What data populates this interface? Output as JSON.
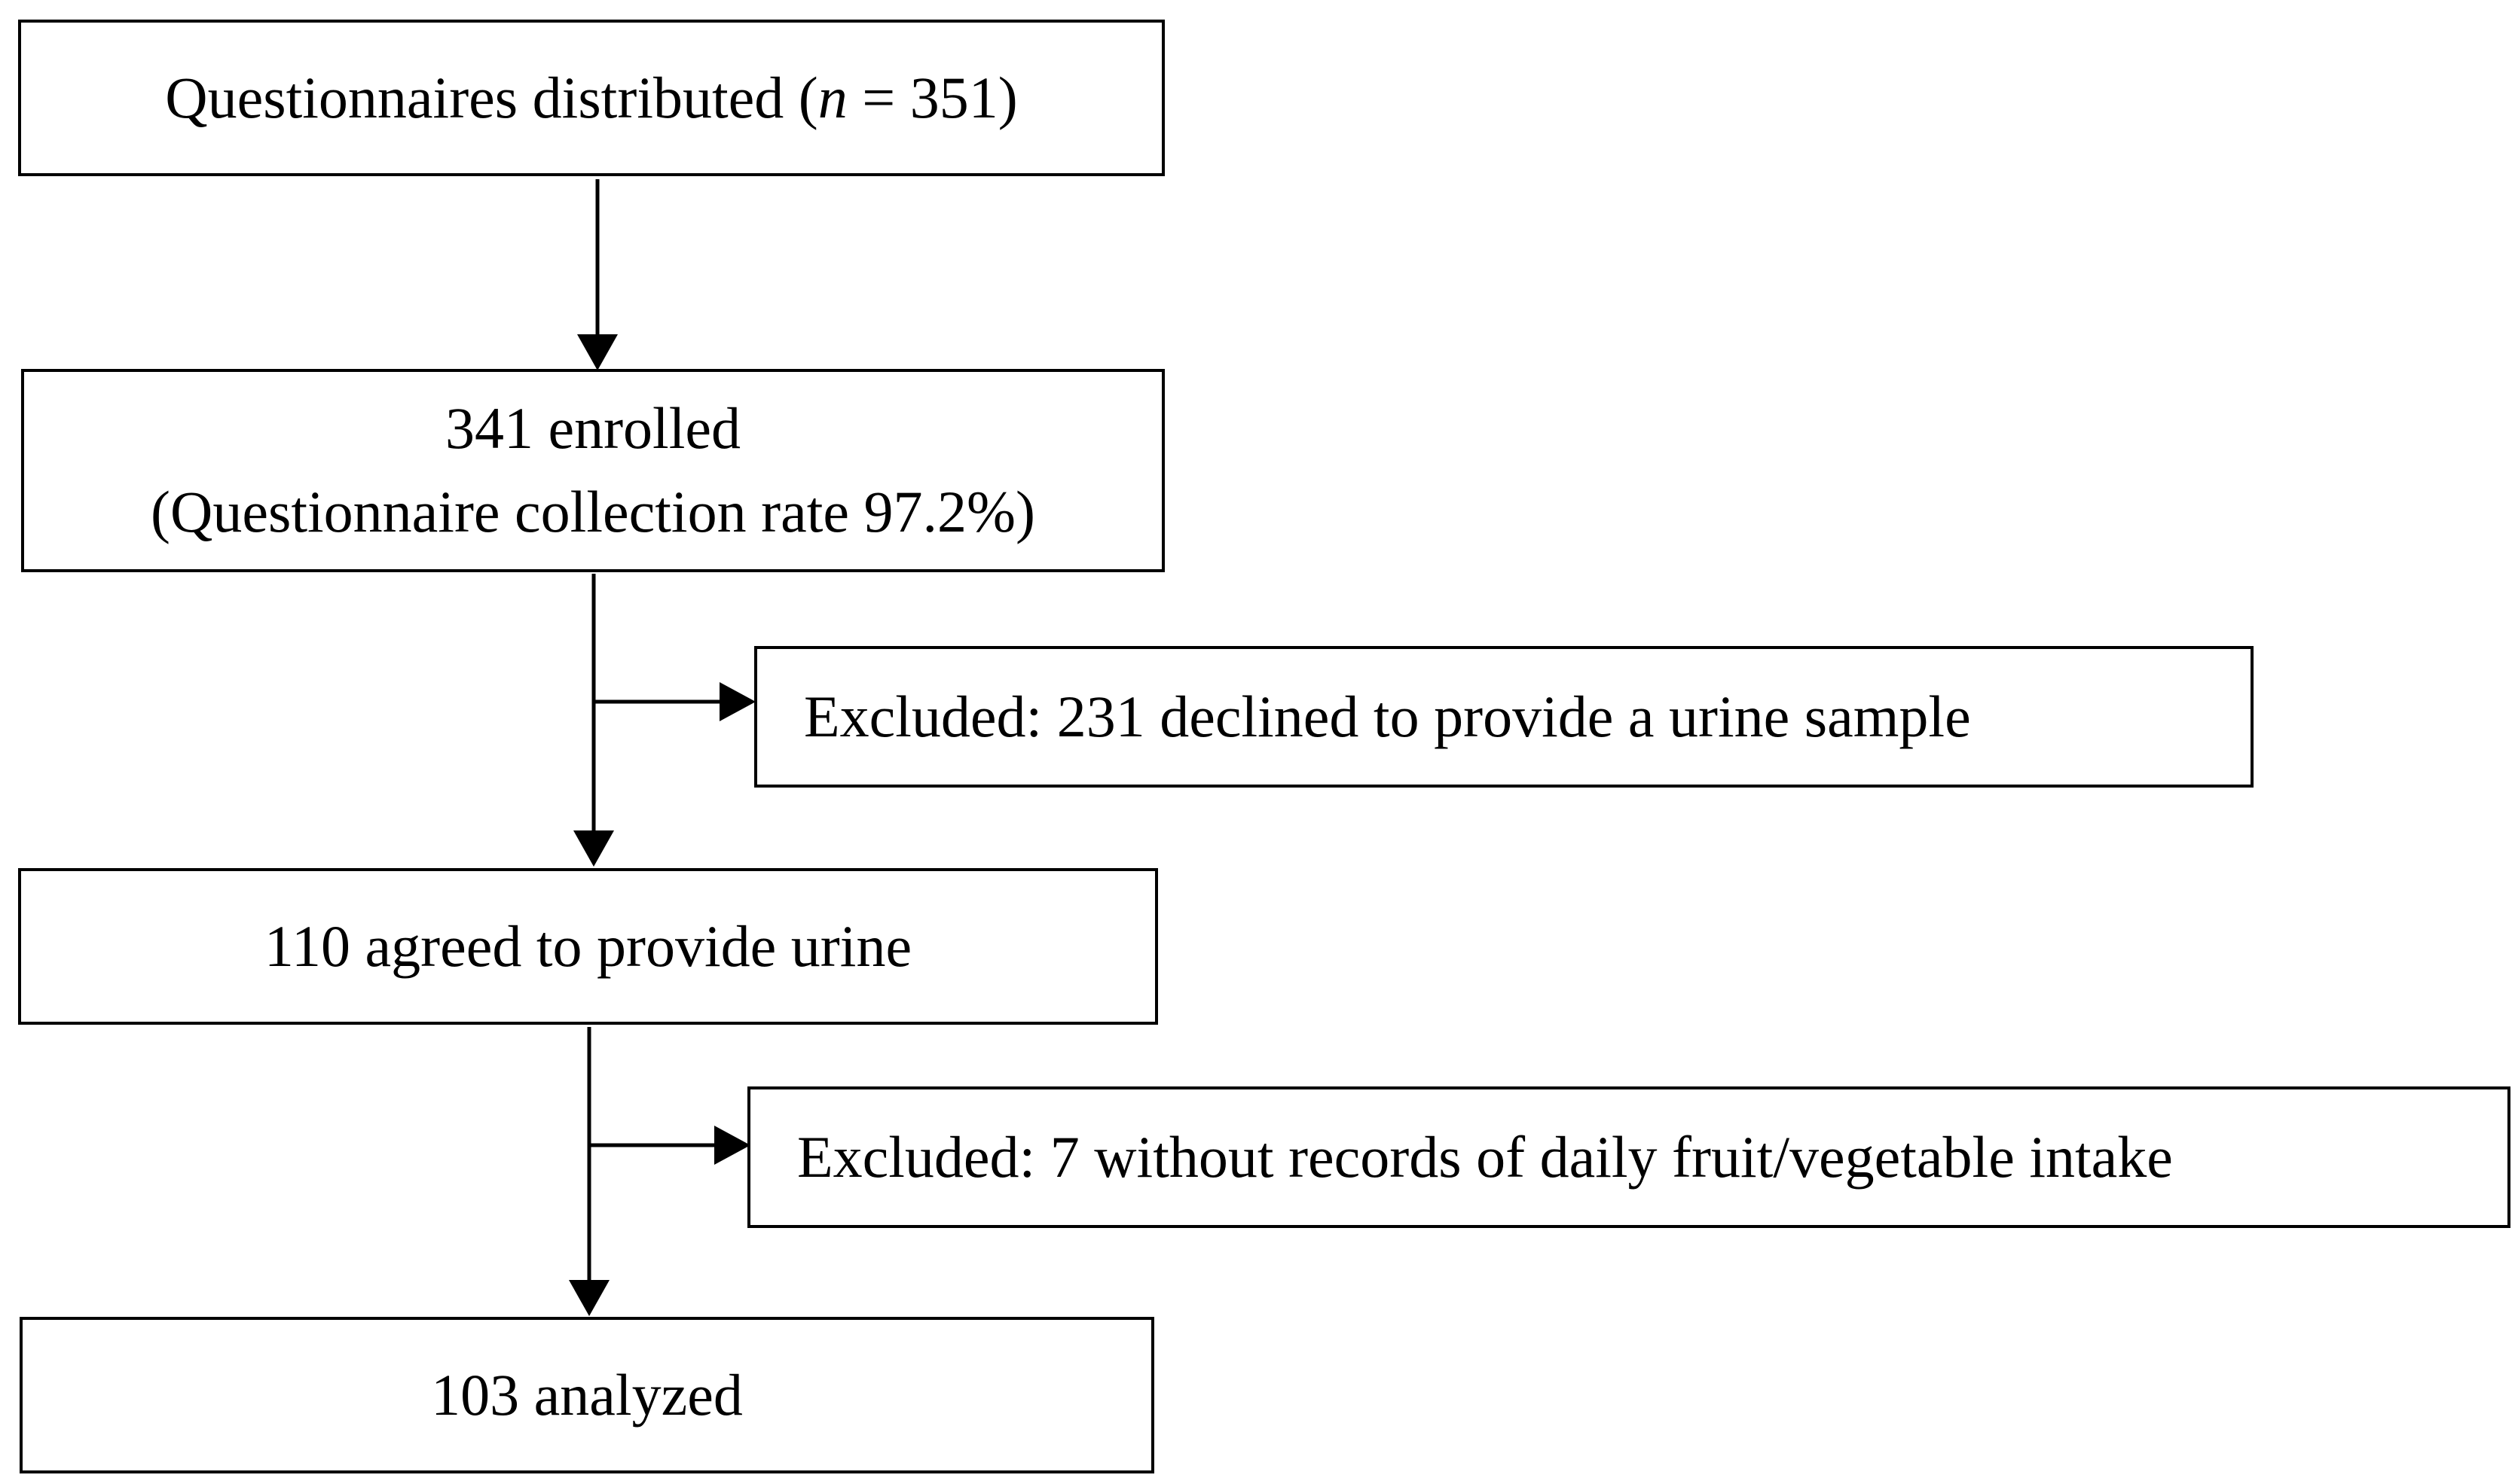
{
  "boxes": {
    "distributed": {
      "prefix": "Questionnaires distributed (",
      "n_symbol": "n",
      "suffix": " = 351)"
    },
    "enrolled": {
      "line1": "341 enrolled",
      "line2": "(Questionnaire collection rate 97.2%)"
    },
    "excluded_urine": {
      "text": "Excluded: 231 declined to provide a urine sample"
    },
    "agreed": {
      "text": "110 agreed to provide urine"
    },
    "excluded_records": {
      "text": "Excluded: 7 without records of daily fruit/vegetable intake"
    },
    "analyzed": {
      "text": "103 analyzed"
    }
  },
  "colors": {
    "stroke": "#000000",
    "background": "#ffffff"
  }
}
